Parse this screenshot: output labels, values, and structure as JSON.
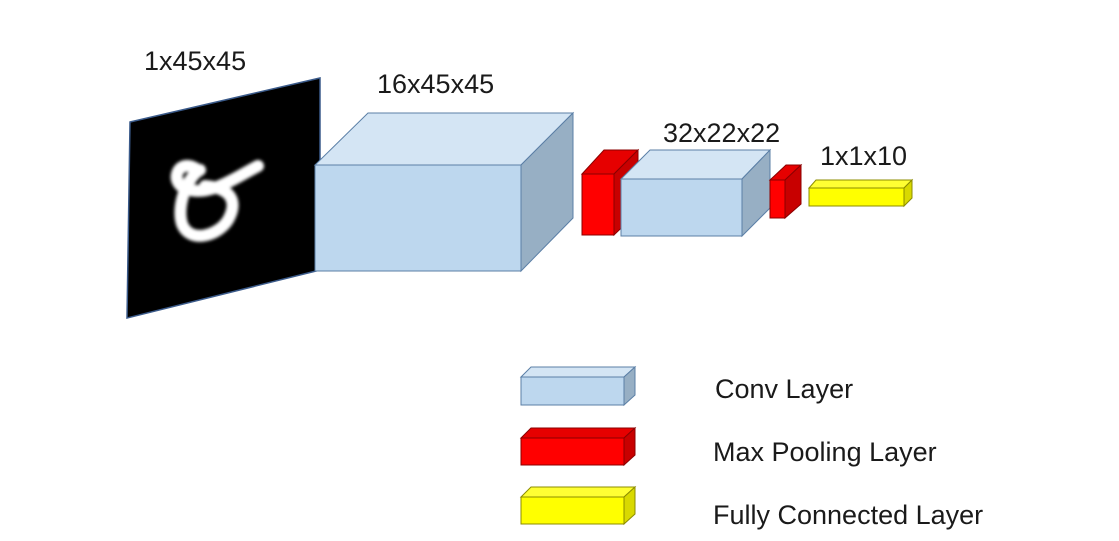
{
  "diagram": {
    "layers": [
      {
        "id": "input",
        "kind": "input",
        "label": "1x45x45"
      },
      {
        "id": "conv1",
        "kind": "conv",
        "label": "16x45x45"
      },
      {
        "id": "pool1",
        "kind": "pool",
        "label": ""
      },
      {
        "id": "conv2",
        "kind": "conv",
        "label": "32x22x22"
      },
      {
        "id": "pool2",
        "kind": "pool",
        "label": ""
      },
      {
        "id": "fc",
        "kind": "fc",
        "label": "1x1x10"
      }
    ],
    "input_image": {
      "digit": "8"
    }
  },
  "legend": [
    {
      "kind": "conv",
      "label": "Conv Layer"
    },
    {
      "kind": "pool",
      "label": "Max Pooling Layer"
    },
    {
      "kind": "fc",
      "label": "Fully Connected Layer"
    }
  ],
  "colors": {
    "conv": {
      "front": "#bdd7ee",
      "top": "#d4e5f4",
      "side": "#97afc4",
      "stroke": "#5b7fa6"
    },
    "pool": {
      "front": "#ff0000",
      "top": "#e60000",
      "side": "#c80000",
      "stroke": "#8b0000"
    },
    "fc": {
      "front": "#ffff00",
      "top": "#ffff33",
      "side": "#d9d900",
      "stroke": "#8c8c00"
    },
    "input": {
      "fill": "#000000",
      "stroke": "#3a5a8a",
      "digit": "#ffffff"
    }
  }
}
